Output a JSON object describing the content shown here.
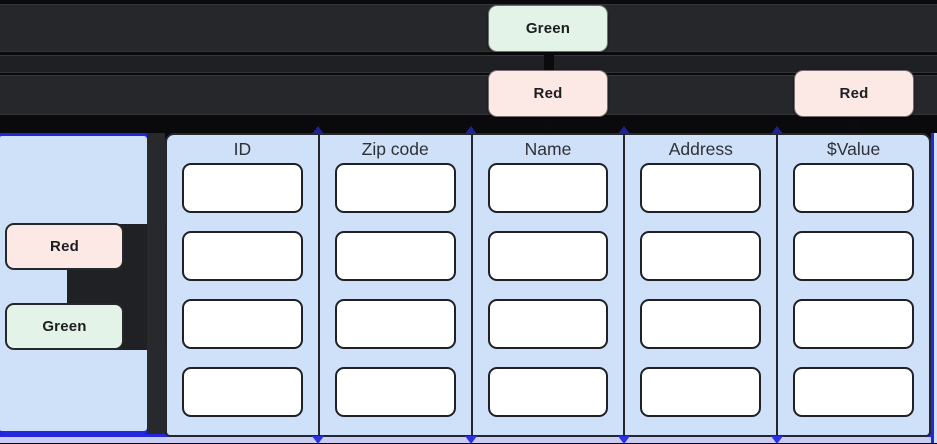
{
  "colors": {
    "background": "#0a0a0c",
    "lane": "#26272b",
    "accent_blue": "#2328dc",
    "panel_blue": "#cfe0f9",
    "bottom_lavender": "#c9cdf3",
    "tag_red_fill": "#fce8e4",
    "tag_green_fill": "#e4f3e7",
    "cell_fill": "#ffffff"
  },
  "flow_tags": {
    "green_top": "Green",
    "red_over_name": "Red",
    "red_over_value": "Red"
  },
  "left_panel": {
    "red_tag": "Red",
    "green_tag": "Green"
  },
  "table": {
    "columns": [
      {
        "header": "ID"
      },
      {
        "header": "Zip code"
      },
      {
        "header": "Name"
      },
      {
        "header": "Address"
      },
      {
        "header": "$Value"
      }
    ],
    "rows_per_column": 4
  }
}
